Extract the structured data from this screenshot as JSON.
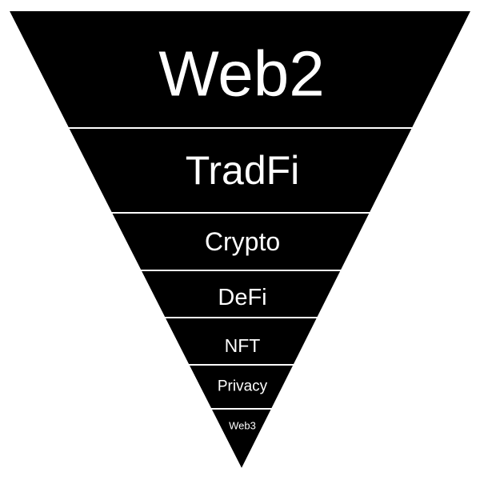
{
  "diagram": {
    "type": "inverted-triangle-funnel",
    "colors": {
      "fill": "#000000",
      "divider": "#ffffff",
      "text": "#ffffff",
      "background": "#ffffff"
    },
    "layers": [
      {
        "label": "Web2"
      },
      {
        "label": "TradFi"
      },
      {
        "label": "Crypto"
      },
      {
        "label": "DeFi"
      },
      {
        "label": "NFT"
      },
      {
        "label": "Privacy"
      },
      {
        "label": "Web3"
      }
    ]
  }
}
